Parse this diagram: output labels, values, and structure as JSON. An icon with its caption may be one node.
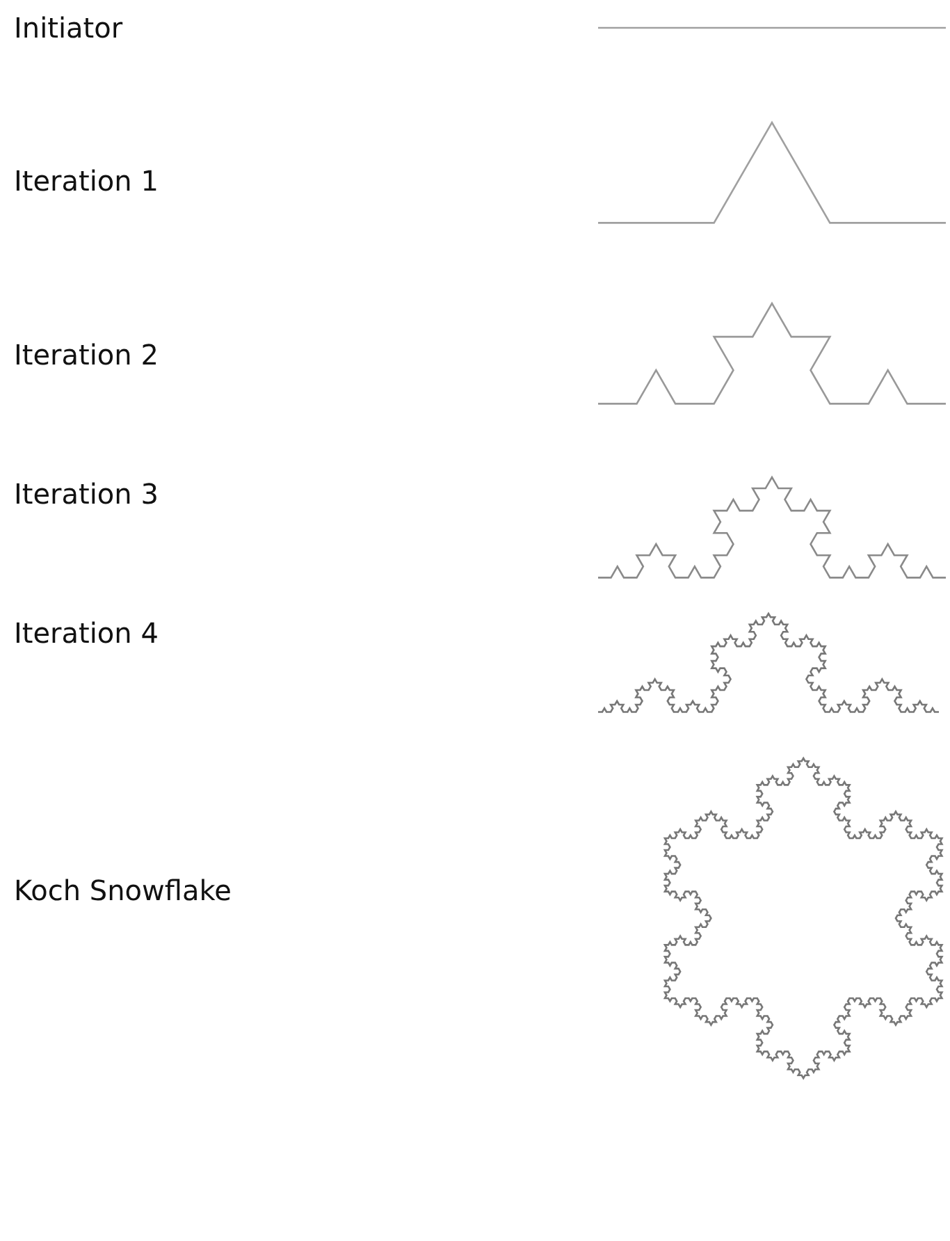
{
  "diagram": {
    "labels": [
      "Initiator",
      "Iteration 1",
      "Iteration 2",
      "Iteration 3",
      "Iteration 4",
      "Koch Snowflake"
    ]
  }
}
